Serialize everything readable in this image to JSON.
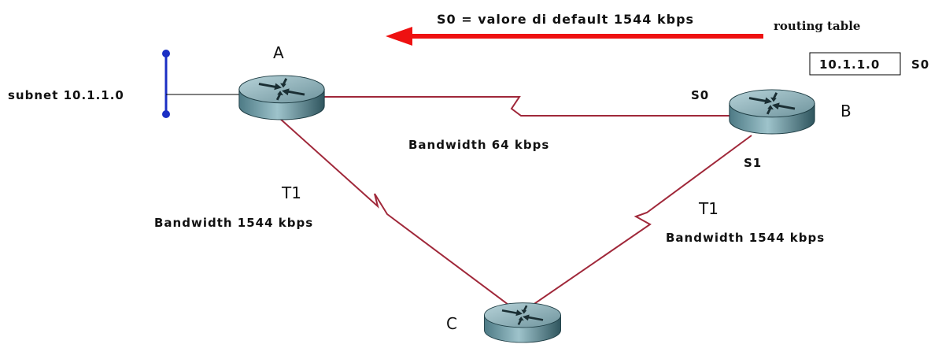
{
  "top_note": "S0 = valore di default 1544 kbps",
  "routing_table": {
    "title": "routing table",
    "entry_subnet": "10.1.1.0",
    "entry_interface": "S0"
  },
  "subnet_label": "subnet 10.1.1.0",
  "routers": {
    "a": "A",
    "b": "B",
    "c": "C"
  },
  "interfaces": {
    "b_s0": "S0",
    "b_s1": "S1"
  },
  "links": {
    "ab": {
      "bandwidth": "Bandwidth 64 kbps"
    },
    "ac": {
      "type": "T1",
      "bandwidth": "Bandwidth 1544 kbps"
    },
    "bc": {
      "type": "T1",
      "bandwidth": "Bandwidth 1544 kbps"
    }
  },
  "colors": {
    "link": "#a0283a",
    "arrow": "#ee1111",
    "subnet_bar": "#1b2fc4",
    "router_top": "#7a9ea8",
    "router_side": "#3d6670"
  }
}
